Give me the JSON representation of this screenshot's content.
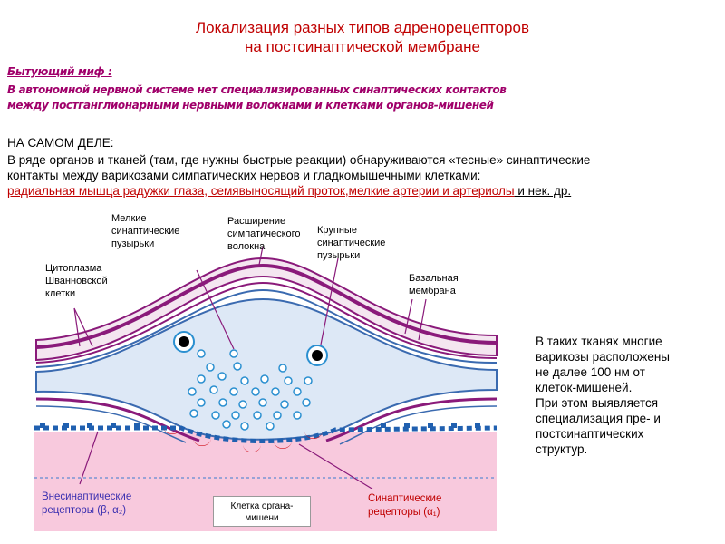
{
  "title": {
    "line1": "Локализация разных типов адренорецепторов",
    "line2": "на постсинаптической мембране"
  },
  "myth": {
    "heading": "Бытующий миф :",
    "line1": "В автономной нервной системе нет специализированных синаптических контактов",
    "line2": "между постганглионарными нервными волокнами и клетками органов-мишеней"
  },
  "fact": {
    "heading": "НА САМОМ ДЕЛЕ:",
    "line1": "В ряде органов и тканей (там, где нужны быстрые реакции) обнаруживаются «тесные» синаптические",
    "line2": "контакты между варикозами симпатических нервов и гладкомышечными клетками:",
    "highlight": "радиальная мышца радужки глаза, семявыносящий проток,мелкие артерии и артериолы",
    "tail": " и нек. др."
  },
  "labels": {
    "small_vesicles": [
      "Мелкие",
      "синаптические",
      "пузырьки"
    ],
    "expansion": [
      "Расширение",
      "симпатического",
      "волокна"
    ],
    "large_vesicles": [
      "Крупные",
      "синаптические",
      "пузырьки"
    ],
    "schwann": [
      "Цитоплазма",
      "Шванновской",
      "клетки"
    ],
    "basal": [
      "Базальная",
      "мембрана"
    ]
  },
  "right_note": [
    "В таких тканях многие",
    "варикозы расположены",
    "не далее 100 нм от",
    "клеток-мишеней.",
    "При этом выявляется",
    "специализация пре- и",
    "постсинаптических",
    "структур."
  ],
  "boxes": {
    "extrasynaptic": [
      "Внесинаптические",
      "рецепторы  (β, α₂)"
    ],
    "target_cell": [
      "Клетка органа-",
      "мишени"
    ],
    "synaptic": [
      "Синаптические",
      "рецепторы  (α₁)"
    ]
  },
  "colors": {
    "title": "#c00000",
    "myth": "#a0006a",
    "membrane_purple": "#8a1a7a",
    "tissue_pink": "#f8c9dd",
    "receptor_red": "#d0101a",
    "extrasyn_receptor_blue": "#2060b0",
    "vesicle_blue": "#2a8fd0",
    "varicosity_fill": "#dde8f6"
  }
}
